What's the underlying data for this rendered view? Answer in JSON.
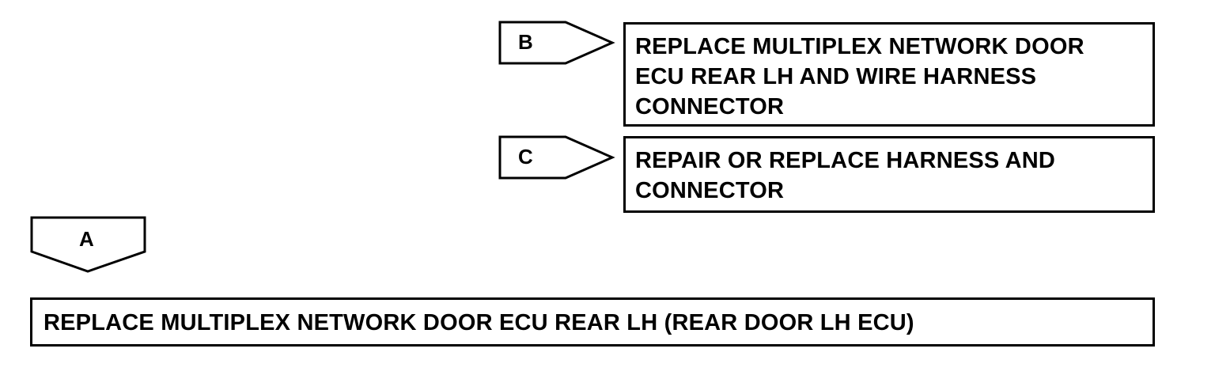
{
  "flowchart": {
    "branch_b": {
      "label": "B",
      "action_lines": [
        "REPLACE MULTIPLEX NETWORK DOOR",
        "ECU REAR LH AND WIRE HARNESS",
        "CONNECTOR"
      ]
    },
    "branch_c": {
      "label": "C",
      "action_lines": [
        "REPAIR OR REPLACE HARNESS AND",
        "CONNECTOR"
      ]
    },
    "branch_a": {
      "label": "A",
      "action": "REPLACE MULTIPLEX NETWORK DOOR ECU REAR LH (REAR DOOR LH ECU)"
    }
  },
  "colors": {
    "stroke": "#000000",
    "background": "#ffffff"
  }
}
